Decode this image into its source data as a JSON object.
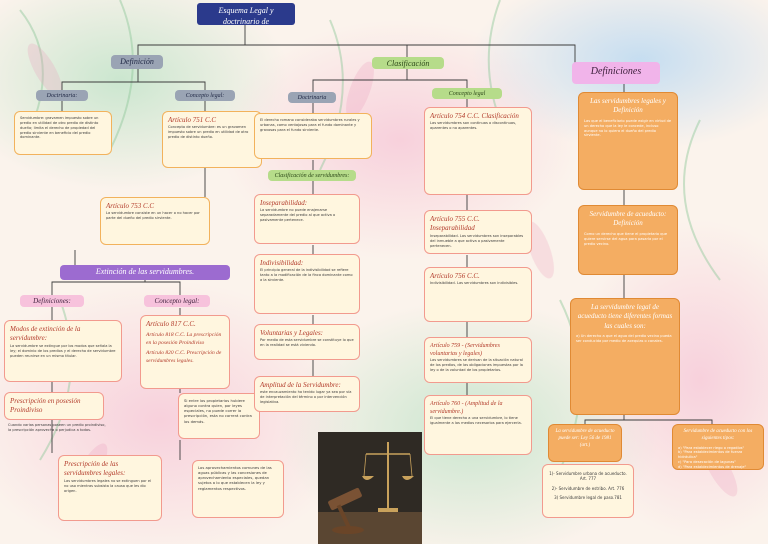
{
  "title": "Esquema Legal y doctrinario de Servidumbres.",
  "left_branch": {
    "label": "Definición",
    "doctrinaria_label": "Doctrinaria:",
    "doctrinaria_text": "Servidumbre: gravamen impuesto sobre un predio en utilidad de otro predio de distinto dueño; limita el derecho de propiedad del predio sirviente en beneficio del predio dominante.",
    "legal_label": "Concepto legal:",
    "legal_head": "Artículo 751 C.C",
    "legal_text": "Concepto de servidumbre: es un gravamen impuesto sobre un predio en utilidad de otro predio de distinto dueño.",
    "art753_head": "Artículo 753 C.C",
    "art753_text": "La servidumbre consiste en un hacer o no hacer por parte del dueño del predio sirviente."
  },
  "extincion": {
    "label": "Extinción de las servidumbres.",
    "definiciones_label": "Definiciones:",
    "definiciones_head": "Modos de extinción de la servidumbre:",
    "definiciones_text": "La servidumbre se extingue por los modos que señala la ley; el dominio de los predios y el derecho de servidumbre pueden reunirse en un mismo titular.",
    "prescripcion_head": "Prescripción en posesión Proindiviso",
    "prescripcion_text": "Cuando varias personas poseen un predio proindiviso, la prescripción aprovecha o perjudica a todas.",
    "legal_label": "Concepto legal:",
    "legal_items": [
      "Artículo 817 C.C.",
      "Artículo 818 C.C. La prescripción en la posesión Proindiviso",
      "Artículo 820 C.C. Prescripción de servidumbres legales."
    ],
    "prescripcion_legales_head": "Prescripción de las servidumbres legales:",
    "prescripcion_legales_text": "Las servidumbres legales no se extinguen por el no uso mientras subsista la causa que les dio origen.",
    "propietarios_text": "Si entre los propietarios hubiere alguno contra quien, por leyes especiales, no puede correr la prescripción, esta no correrá contra los demás.",
    "aprovechamientos_text": "Los aprovechamientos comunes de las aguas públicas y las concesiones de aprovechamiento especiales, quedan sujetos a lo que establecen la ley y reglamentos respectivos."
  },
  "clasificacion": {
    "label": "Clasificación",
    "doctrinaria_label": "Doctrinaria",
    "doctrinaria_text": "El derecho romano consideraba servidumbres rurales y urbanas, como ventajosas para el fundo dominante y gravosas para el fundo sirviente.",
    "clasificacion_label": "Clasificación de servidumbres:",
    "inseparabilidad_head": "Inseparabilidad:",
    "inseparabilidad_text": "La servidumbre no puede enajenarse separadamente del predio al que activa o pasivamente pertenece.",
    "indivisibilidad_head": "Indivisibilidad:",
    "indivisibilidad_text": "El principio general de la indivisibilidad se refiere tanto a la modificación de la finca dominante como a la sirviente.",
    "voluntarias_head": "Voluntarias y Legales:",
    "voluntarias_text": "Por medio de esta servidumbre se constituye lo que en la realidad se está viviendo.",
    "amplitud_head": "Amplitud de la Servidumbre:",
    "amplitud_text": "este encauzamiento ha tenido lugar ya sea por vía de interpretación del término o por intervención legislativa."
  },
  "concepto_legal": {
    "label": "Concepto legal",
    "art754_head": "Artículo 754 C.C. Clasificación",
    "art754_text": "Las servidumbres son continuas o discontinuas, aparentes o no aparentes.",
    "art755_head": "Artículo 755 C.C. Inseparabilidad",
    "art755_text": "Inseparabilidad. Las servidumbres son inseparables del inmueble a que activa o pasivamente pertenecen.",
    "art756_head": "Artículo 756 C.C.",
    "art756_text": "Indivisibilidad. Las servidumbres son indivisibles.",
    "art759_head": "Artículo 759 - (Servidumbres voluntarias y legales)",
    "art759_text": "Las servidumbres se derivan de la situación natural de los predios, de las obligaciones impuestas por la ley o de la voluntad de los propietarios.",
    "art760_head": "Artículo 760 - (Amplitud de la servidumbre.)",
    "art760_text": "El que tiene derecho a una servidumbre, lo tiene igualmente a los medios necesarios para ejercerla."
  },
  "definiciones": {
    "label": "Definiciones",
    "legales_head": "Las servidumbres legales y Definición",
    "legales_text": "Las que el beneficiario puede exigir en virtud de un derecho que la ley le concede, incluso aunque no lo quiera el dueño del predio sirviente.",
    "acueducto_label": "Servidumbre de acueducto: Definición",
    "acueducto_text": "Como un derecho que tiene el propietario que quiere servirse del agua para pasarla por el predio vecino.",
    "generada_label": "La servidumbre legal de acueducto tiene diferentes formas las cuales son:",
    "generada_text": "a) Un derecho a que el agua del predio vecino pueda ser conducida por medio de acequias o canales.",
    "formas_label": "Servidumbre de acueducto con los siguientes tipos:",
    "formas_items": [
      "a) \"Para establecer riego o regadíos\"",
      "b) \"Para establecimientos de fuerza hidráulica\"",
      "c) \"Para desecación de lagunas\"",
      "d) \"Para establecimientos de drenaje\""
    ],
    "tipos_label": "La servidumbre de acueducto puede ser: Ley 56 de 1981 (art.)",
    "tipos_items": [
      "1)- Servidumbre urbana de acueducto. Art. 777",
      "2)- Servidumbre de estribo. Art. 776",
      "3) Servidumbre legal de paso.781"
    ]
  },
  "colors": {
    "title": "#2b3a8c",
    "grey_label": "#9aa4b4",
    "green_label": "#b6dc8a",
    "pink_label": "#f1b4ea",
    "purple_label": "#9c6bd0",
    "orange_panel": "#f4ad62",
    "cream": "#fff6df",
    "border_orange": "#f2b25c"
  },
  "icons": {
    "background": "palm-leaf-watercolor",
    "image": "gavel-and-scales-photo"
  }
}
